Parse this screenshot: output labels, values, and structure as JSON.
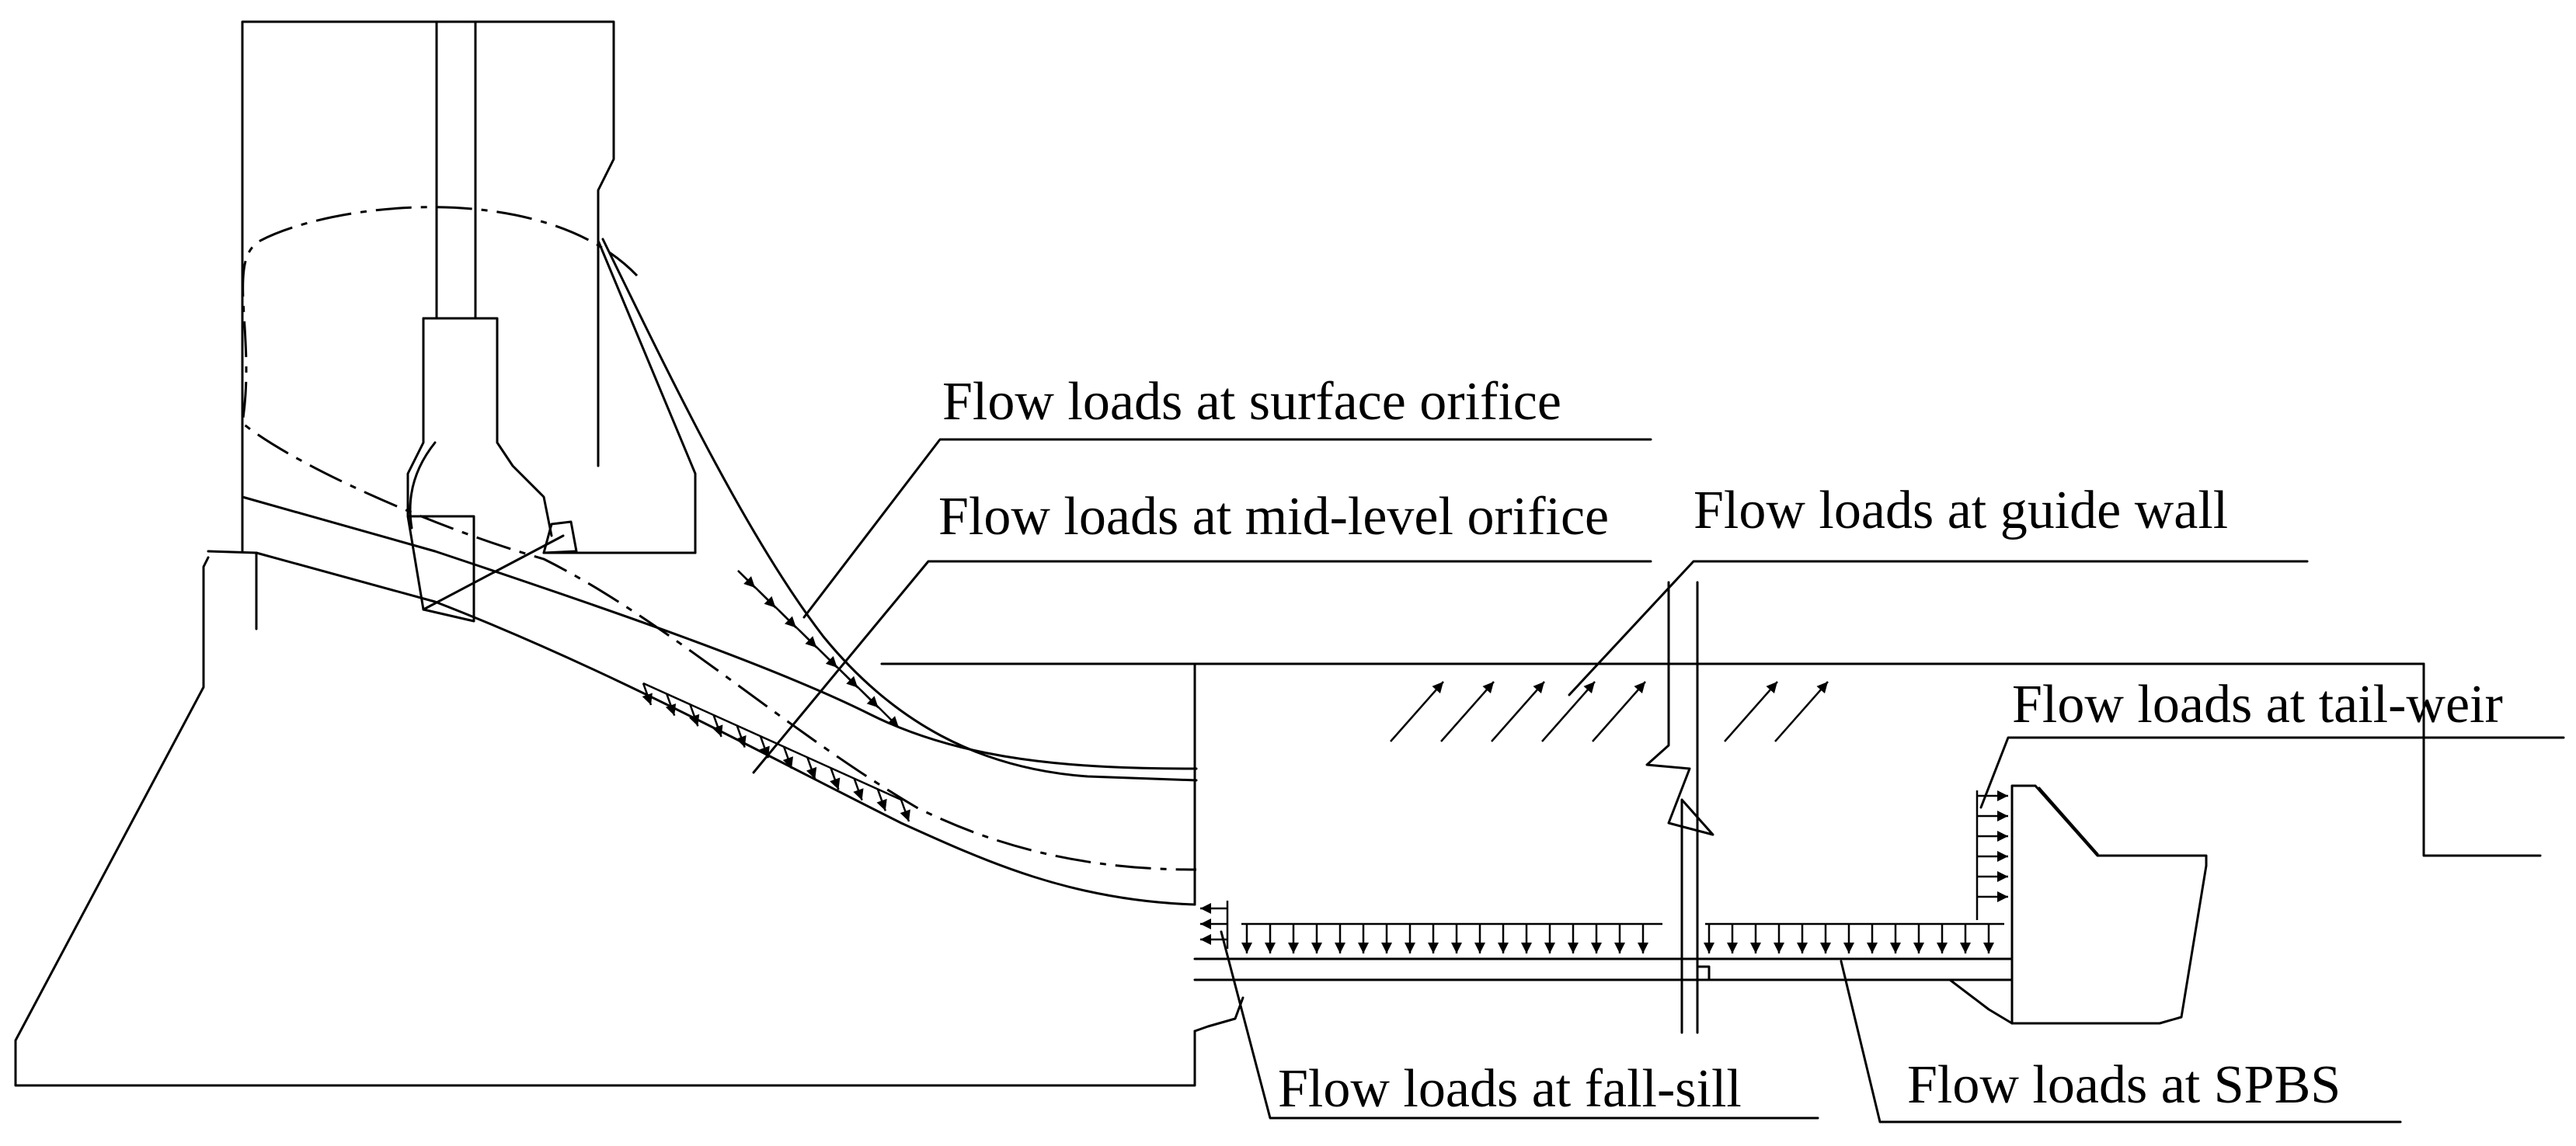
{
  "labels": {
    "surface_orifice": "Flow loads at surface orifice",
    "mid_level_orifice": "Flow loads at mid-level orifice",
    "guide_wall": "Flow loads at guide wall",
    "tail_weir": "Flow loads at tail-weir",
    "fall_sill": "Flow loads at fall-sill",
    "spbs": "Flow loads at SPBS"
  },
  "colors": {
    "line": "#000000",
    "background": "#ffffff"
  }
}
